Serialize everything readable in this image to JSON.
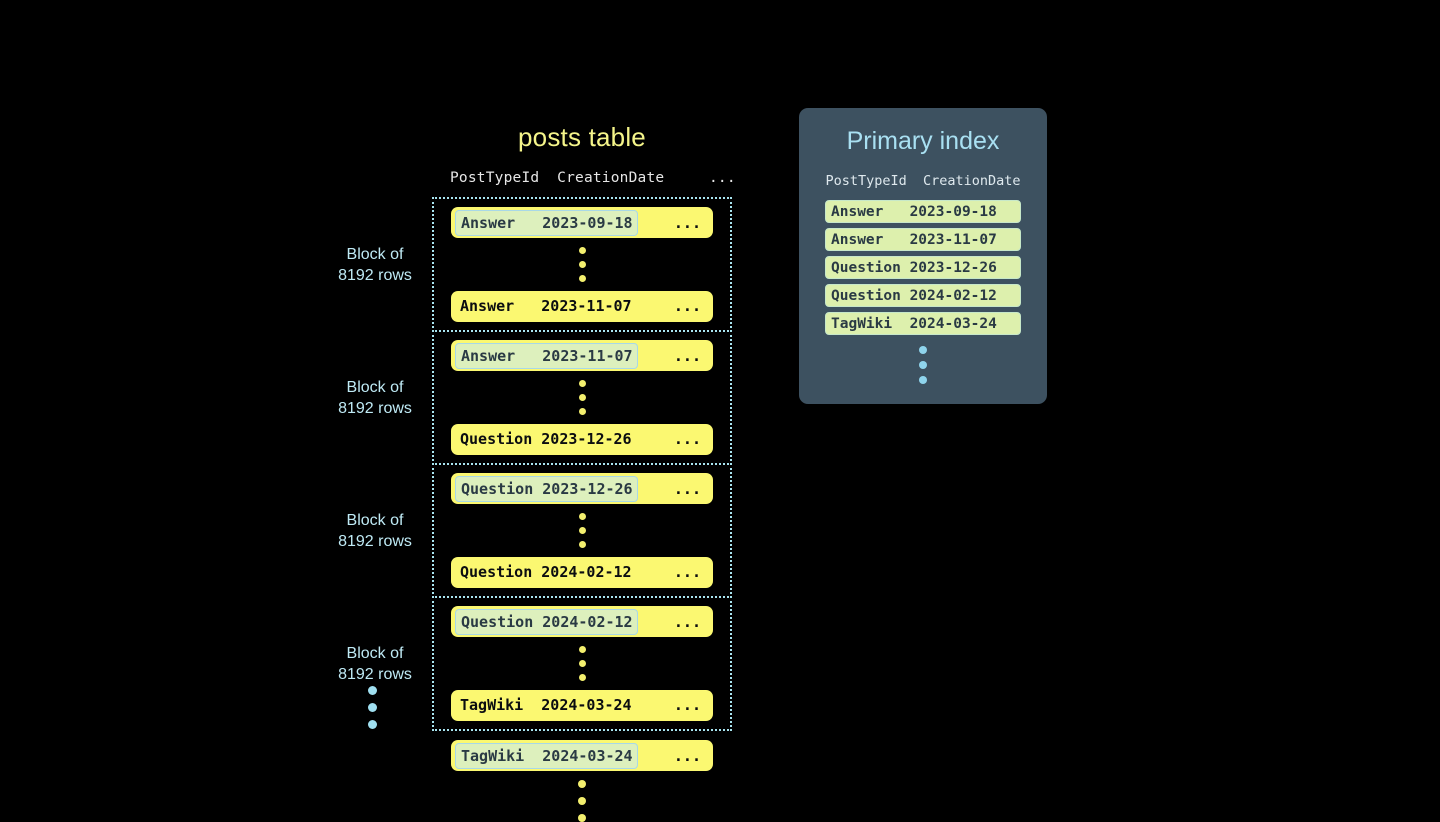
{
  "posts_table": {
    "title": "posts table",
    "column_headers": "PostTypeId  CreationDate     ...",
    "ellipsis": "...",
    "blocks": [
      {
        "label_line1": "Block of",
        "label_line2": "8192 rows",
        "first_row": {
          "post_type": "Answer",
          "creation_date": "2023-09-18",
          "highlighted": true
        },
        "last_row": {
          "post_type": "Answer",
          "creation_date": "2023-11-07",
          "highlighted": false
        }
      },
      {
        "label_line1": "Block of",
        "label_line2": "8192 rows",
        "first_row": {
          "post_type": "Answer",
          "creation_date": "2023-11-07",
          "highlighted": true
        },
        "last_row": {
          "post_type": "Question",
          "creation_date": "2023-12-26",
          "highlighted": false
        }
      },
      {
        "label_line1": "Block of",
        "label_line2": "8192 rows",
        "first_row": {
          "post_type": "Question",
          "creation_date": "2023-12-26",
          "highlighted": true
        },
        "last_row": {
          "post_type": "Question",
          "creation_date": "2024-02-12",
          "highlighted": false
        }
      },
      {
        "label_line1": "Block of",
        "label_line2": "8192 rows",
        "first_row": {
          "post_type": "Question",
          "creation_date": "2024-02-12",
          "highlighted": true
        },
        "last_row": {
          "post_type": "TagWiki",
          "creation_date": "2024-03-24",
          "highlighted": false
        }
      }
    ],
    "trailing_row": {
      "post_type": "TagWiki",
      "creation_date": "2024-03-24",
      "highlighted": true
    },
    "continuation_dots_count": 3,
    "left_continuation_dots_count": 3
  },
  "primary_index": {
    "title": "Primary index",
    "column_headers": "PostTypeId  CreationDate",
    "rows": [
      {
        "post_type": "Answer",
        "creation_date": "2023-09-18"
      },
      {
        "post_type": "Answer",
        "creation_date": "2023-11-07"
      },
      {
        "post_type": "Question",
        "creation_date": "2023-12-26"
      },
      {
        "post_type": "Question",
        "creation_date": "2024-02-12"
      },
      {
        "post_type": "TagWiki",
        "creation_date": "2024-03-24"
      }
    ],
    "continuation_dots_count": 3
  },
  "colors": {
    "background": "#000000",
    "row_yellow": "#fbf871",
    "highlight_green": "#ddf0bd",
    "highlight_border_blue": "#a8d8e8",
    "panel_slate": "#3d5160",
    "accent_light_blue": "#a9e0f2",
    "title_yellow": "#f5f58a",
    "dot_yellow": "#f3ef6e"
  }
}
